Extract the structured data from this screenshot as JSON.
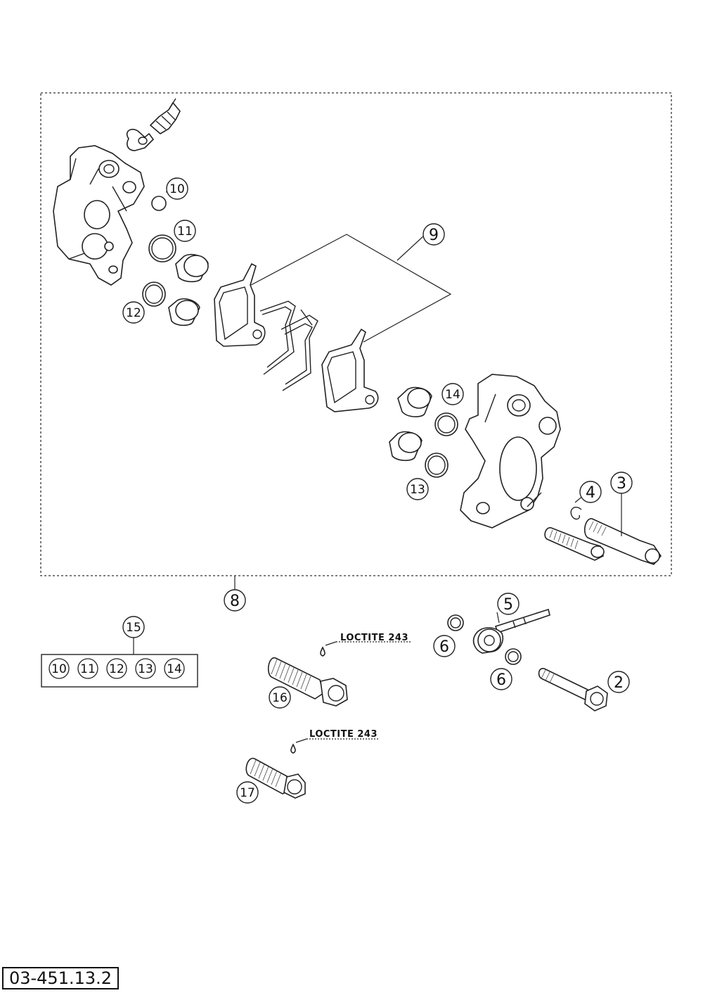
{
  "diagram": {
    "callouts": [
      "2",
      "3",
      "4",
      "5",
      "6",
      "6",
      "8",
      "9",
      "10",
      "11",
      "12",
      "13",
      "14",
      "15",
      "16",
      "17"
    ],
    "kit_items": [
      "10",
      "11",
      "12",
      "13",
      "14"
    ],
    "notes": [
      "LOCTITE 243",
      "LOCTITE 243"
    ]
  },
  "document_number": "03-451.13.2"
}
